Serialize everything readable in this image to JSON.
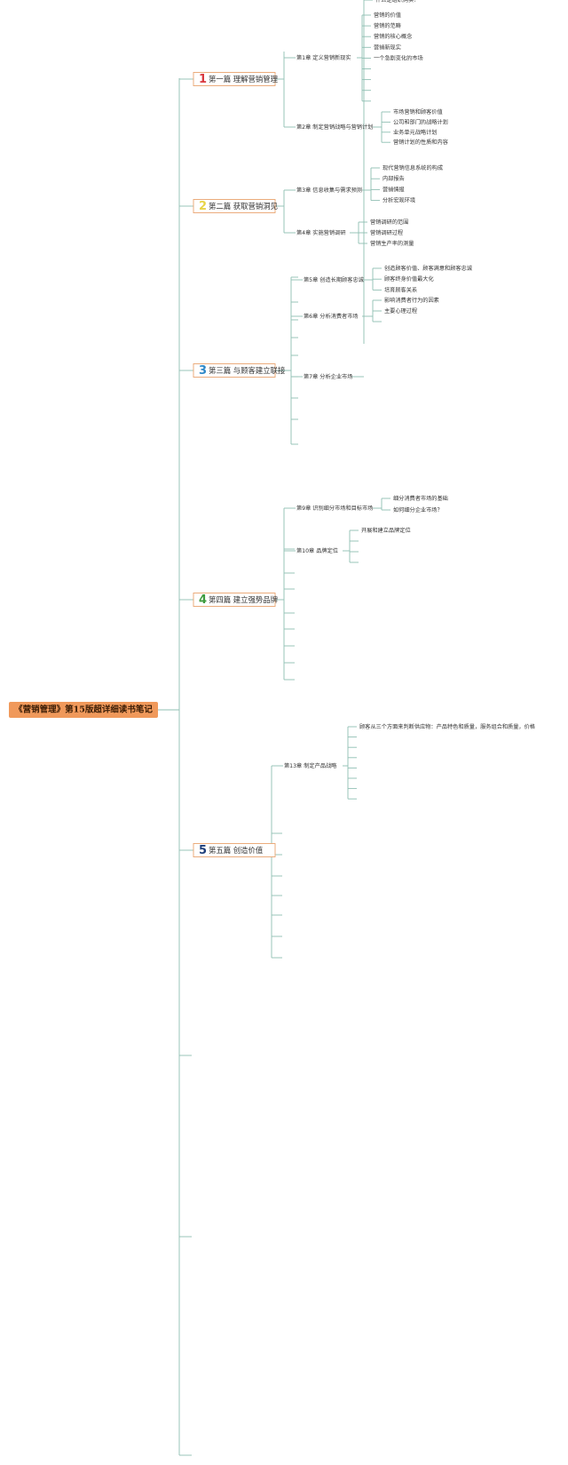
{
  "root": {
    "title": "《营销管理》第15版超详细读书笔记"
  },
  "colors": {
    "line": "#8fbfb3",
    "root_fill": "#f0995b",
    "box_border": "#e9a36f",
    "num_1": "#d9393f",
    "num_2": "#e8d447",
    "num_3": "#2e88c8",
    "num_4": "#3f9b3e",
    "num_5": "#1f3f7a"
  },
  "parts": [
    {
      "number": "1",
      "title": "第一篇 理解营销管理",
      "chapters": [
        {
          "title": "第1章 定义营销新现实",
          "items": [
            "营销的价值",
            "营销的范畴",
            "营销的核心概念",
            "营销新现实",
            "一个急剧变化的市场",
            "",
            "",
            "",
            ""
          ]
        },
        {
          "title": "第2章 制定营销战略与营销计划",
          "items": [
            "市场营销和顾客价值",
            "公司和部门的战略计划",
            "业务单元战略计划",
            "营销计划的性质和内容"
          ]
        }
      ]
    },
    {
      "number": "2",
      "title": "第二篇 获取营销洞见",
      "chapters": [
        {
          "title": "第3章 信息收集与需求预测",
          "items": [
            "现代营销信息系统的构成",
            "内部报告",
            "营销情报",
            "分析宏观环境"
          ]
        },
        {
          "title": "第4章 实施营销调研",
          "items": [
            "营销调研的范围",
            "营销调研过程",
            "营销生产率的测量"
          ]
        }
      ]
    },
    {
      "number": "3",
      "title": "第三篇 与顾客建立联接",
      "chapters": [
        {
          "title": "第5章 创造长期顾客忠诚",
          "items": [
            "创造顾客价值、顾客满意和顾客忠诚",
            "顾客终身价值最大化",
            "培育顾客关系"
          ]
        },
        {
          "title": "第6章 分析消费者市场",
          "items": [
            "影响消费者行为的因素",
            "主要心理过程",
            ""
          ]
        },
        {
          "title": "第7章 分析企业市场",
          "items": [
            "什么是组织购买？",
            "",
            "",
            "",
            "",
            "",
            ""
          ]
        }
      ]
    },
    {
      "number": "4",
      "title": "第四篇 建立强势品牌",
      "chapters": [
        {
          "title": "第9章 识别细分市场和目标市场",
          "items": [
            "细分消费者市场的基础",
            "如何细分企业市场？"
          ]
        },
        {
          "title": "第10章 品牌定位",
          "items": [
            "开展和建立品牌定位",
            "",
            "",
            ""
          ]
        }
      ]
    },
    {
      "number": "5",
      "title": "第五篇 创造价值",
      "chapters": [
        {
          "title": "第13章 制定产品战略",
          "items": [
            "顾客从三个方面来判断供应物：产品特色和质量，服务组合和质量，价格",
            "",
            "",
            "",
            "",
            "",
            "",
            ""
          ]
        }
      ]
    }
  ]
}
